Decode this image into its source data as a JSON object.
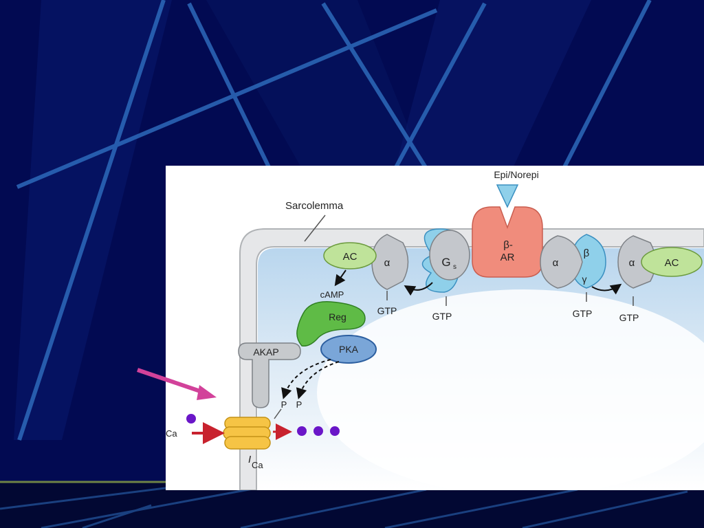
{
  "slide": {
    "colors": {
      "background": "#020a52",
      "accent_line": "#2f6fc0",
      "footer_band": "#020833"
    }
  },
  "diagram": {
    "labels": {
      "ligand": "Epi/Norepi",
      "membrane": "Sarcolemma",
      "ac_left": "AC",
      "ac_right": "AC",
      "alpha_left": "α",
      "gs": "G",
      "gs_sub": "s",
      "receptor_top": "β-",
      "receptor_bottom": "AR",
      "alpha_middle": "α",
      "beta": "β",
      "gamma": "γ",
      "alpha_right": "α",
      "gtp_1": "GTP",
      "gtp_2": "GTP",
      "gtp_3": "GTP",
      "gtp_4": "GTP",
      "camp": "cAMP",
      "reg": "Reg",
      "akap": "AKAP",
      "pka": "PKA",
      "p_1": "P",
      "p_2": "P",
      "ca": "Ca",
      "channel_main": "I",
      "channel_sub": "Ca"
    },
    "colors": {
      "ac": "#bfe39a",
      "receptor": "#f08c7c",
      "g_protein": "#c4c7cc",
      "g_protein_blue": "#8fd0ea",
      "reg": "#5fbb46",
      "pka": "#7aa6d8",
      "akap": "#c7cacd",
      "channel": "#f6c445",
      "ca_ion": "#6a16c8",
      "arrow_red": "#c8222e",
      "arrow_pink": "#d2429a",
      "cytoplasm": "#cfe2f1"
    }
  }
}
